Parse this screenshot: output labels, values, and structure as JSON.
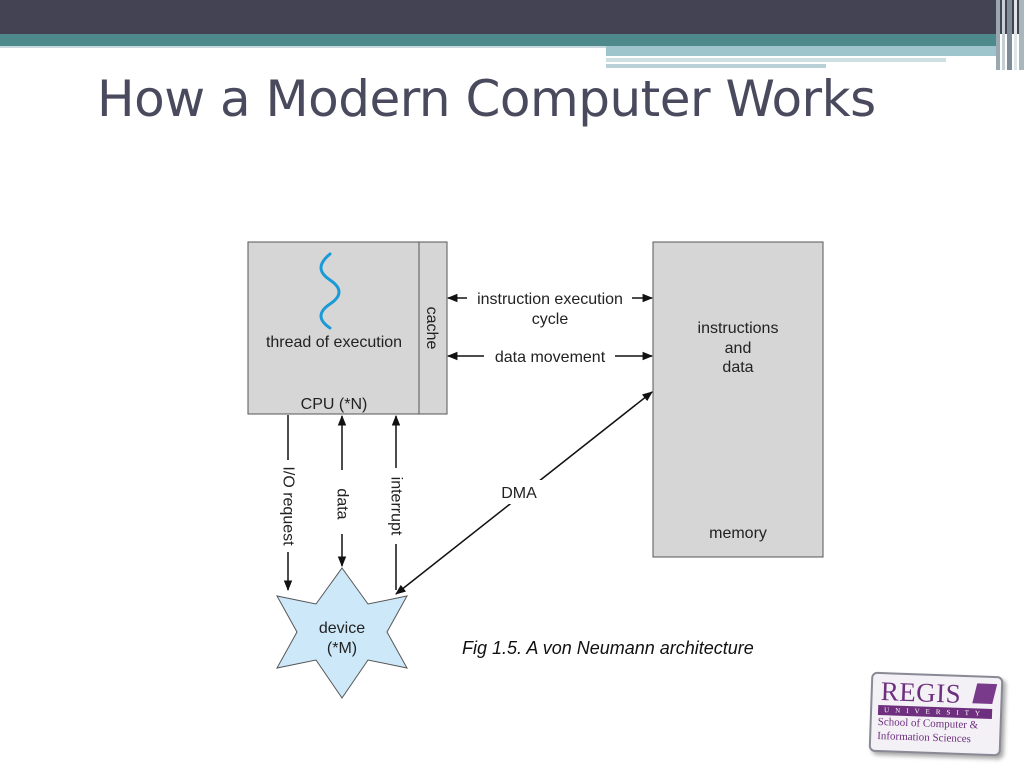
{
  "slide": {
    "title": "How a Modern Computer Works",
    "caption": "Fig 1.5. A von Neumann architecture"
  },
  "diagram": {
    "cpu": {
      "thread_label": "thread of execution",
      "label": "CPU (*N)",
      "cache_label": "cache"
    },
    "memory": {
      "contents_line1": "instructions",
      "contents_line2": "and",
      "contents_line3": "data",
      "label": "memory"
    },
    "links": {
      "instruction_cycle_line1": "instruction execution",
      "instruction_cycle_line2": "cycle",
      "data_movement": "data movement",
      "io_request": "I/O request",
      "data": "data",
      "interrupt": "interrupt",
      "dma": "DMA"
    },
    "device": {
      "line1": "device",
      "line2": "(*M)"
    }
  },
  "logo": {
    "name": "REGIS",
    "subtitle": "UNIVERSITY",
    "line1": "School of Computer &",
    "line2": "Information Sciences"
  },
  "colors": {
    "header_dark": "#434354",
    "header_teal": "#4e8a8c",
    "title_text": "#4a4a5e",
    "box_fill": "#d6d6d6",
    "device_fill": "#cde9f9",
    "thread_wave": "#1a9ad6",
    "logo_purple": "#6e2f7e"
  }
}
